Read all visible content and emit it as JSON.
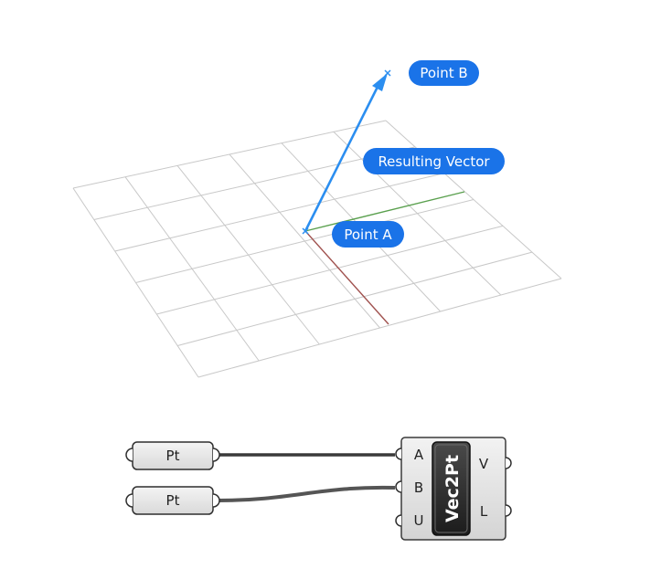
{
  "viewport": {
    "labels": {
      "point_b": "Point B",
      "resulting_vector": "Resulting Vector",
      "point_a": "Point A"
    },
    "colors": {
      "label_bg": "#1a73e8",
      "vector": "#2b8ef0",
      "x_axis": "#a0524f",
      "y_axis": "#5aa04e",
      "grid": "#c8c8c8"
    }
  },
  "canvas": {
    "inputs": [
      {
        "label": "Pt"
      },
      {
        "label": "Pt"
      }
    ],
    "component": {
      "name": "Vec2Pt",
      "inputs": [
        "A",
        "B",
        "U"
      ],
      "outputs": [
        "V",
        "L"
      ]
    }
  }
}
